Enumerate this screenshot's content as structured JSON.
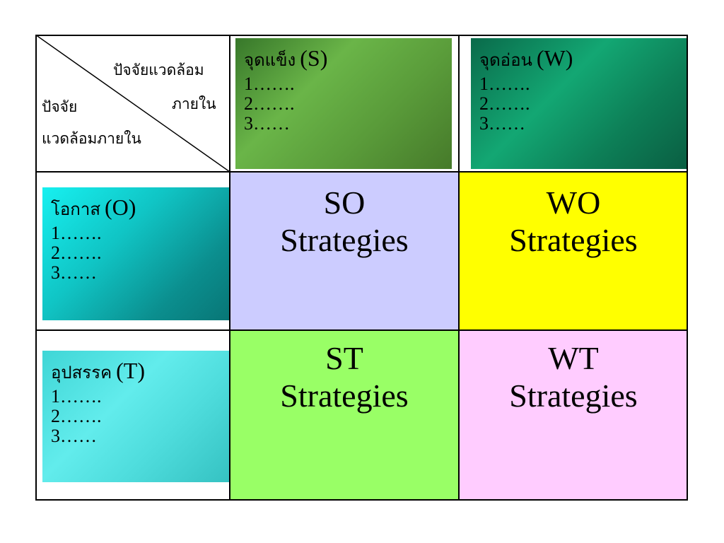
{
  "corner": {
    "external_label": "ปัจจัยแวดล้อม",
    "internal_label": "ภายใน",
    "external_label_2": "ปัจจัย",
    "row_label": "แวดล้อมภายใน"
  },
  "internal_factors": [
    {
      "id": "S",
      "label": "จุดแข็ง",
      "code": "(S)",
      "items": [
        "1…….",
        "2…….",
        "3……"
      ]
    },
    {
      "id": "W",
      "label": "จุดอ่อน",
      "code": "(W)",
      "items": [
        "1…….",
        "2…….",
        "3……"
      ]
    }
  ],
  "external_factors": [
    {
      "id": "O",
      "label": "โอกาส",
      "code": "(O)",
      "items": [
        "1…….",
        "2…….",
        "3……"
      ]
    },
    {
      "id": "T",
      "label": "อุปสรรค",
      "code": "(T)",
      "items": [
        "1…….",
        "2…….",
        "3……"
      ]
    }
  ],
  "strategies": [
    {
      "id": "SO",
      "code": "SO",
      "word": "Strategies",
      "color": "#ccccff"
    },
    {
      "id": "WO",
      "code": "WO",
      "word": "Strategies",
      "color": "#ffff00"
    },
    {
      "id": "ST",
      "code": "ST",
      "word": "Strategies",
      "color": "#99ff66"
    },
    {
      "id": "WT",
      "code": "WT",
      "word": "Strategies",
      "color": "#ffccff"
    }
  ],
  "colors": {
    "strength": "#4a7f2a",
    "weakness": "#0a6f4c",
    "opportunity": "#0c8c8c",
    "threat": "#42cfcf"
  }
}
